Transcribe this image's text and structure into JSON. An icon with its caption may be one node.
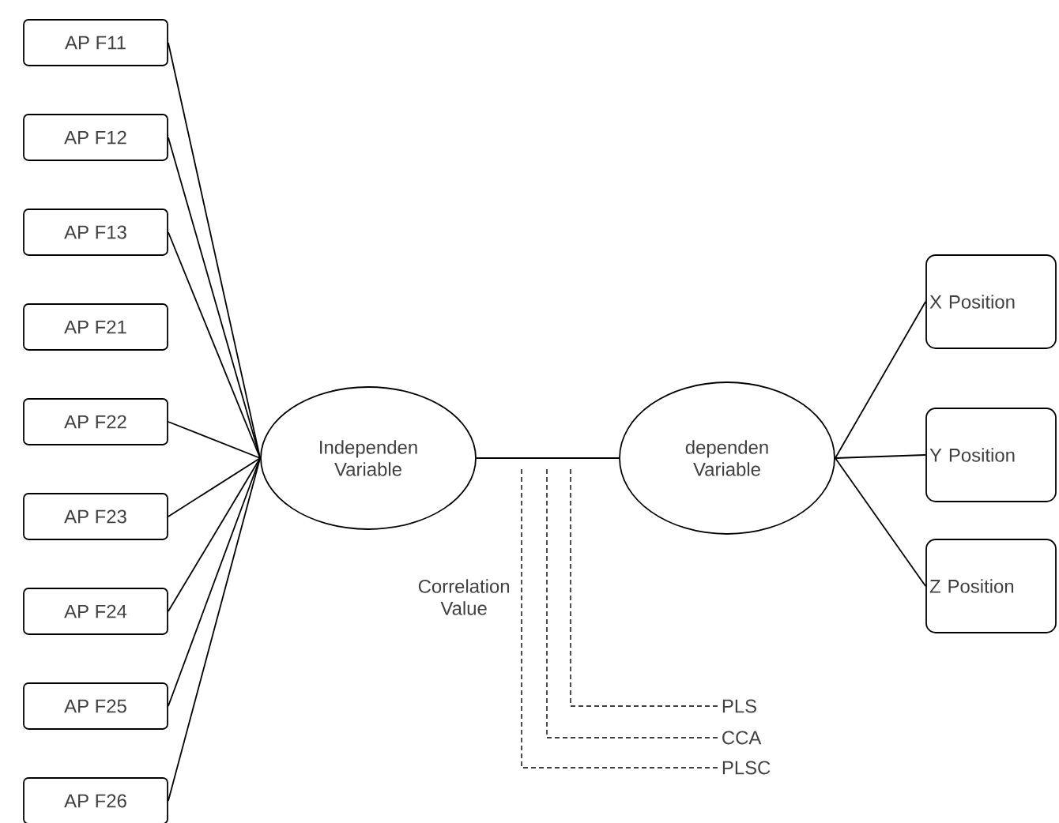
{
  "diagram": {
    "nodes": [
      {
        "text": [
          "AP F11"
        ]
      },
      {
        "text": [
          "AP F12"
        ]
      },
      {
        "text": [
          "AP F13"
        ]
      },
      {
        "text": [
          "AP F21"
        ]
      },
      {
        "text": [
          "AP F22"
        ]
      },
      {
        "text": [
          "AP F23"
        ]
      },
      {
        "text": [
          "AP F24"
        ]
      },
      {
        "text": [
          "AP F25"
        ]
      },
      {
        "text": [
          "AP F26"
        ]
      },
      {
        "text": [
          "Independen Variable"
        ]
      },
      {
        "text": [
          "dependen Variable"
        ]
      },
      {
        "text": [
          "X Position"
        ]
      },
      {
        "text": [
          "Y Position"
        ]
      },
      {
        "text": [
          "Z Position"
        ]
      },
      {
        "text": [
          "PLS"
        ]
      },
      {
        "text": [
          "CCA"
        ]
      },
      {
        "text": [
          "PLSC"
        ]
      }
    ],
    "edges": [
      {
        "from": 0,
        "to": 9,
        "arrow": "none"
      },
      {
        "from": 1,
        "to": 9,
        "arrow": "none"
      },
      {
        "from": 2,
        "to": 9,
        "arrow": "none"
      },
      {
        "from": 4,
        "to": 9,
        "arrow": "none"
      },
      {
        "from": 5,
        "to": 9,
        "arrow": "none"
      },
      {
        "from": 6,
        "to": 9,
        "arrow": "none"
      },
      {
        "from": 7,
        "to": 9,
        "arrow": "none"
      },
      {
        "from": 8,
        "to": 9,
        "arrow": "none"
      },
      {
        "from": 9,
        "to": 10,
        "arrow": "none"
      },
      {
        "from": 10,
        "to": 11,
        "arrow": "none"
      },
      {
        "from": 10,
        "to": 12,
        "arrow": "none"
      },
      {
        "from": 10,
        "to": 13,
        "arrow": "none"
      },
      {
        "from": null,
        "to": 14,
        "arrow": "none",
        "style": "dashed"
      },
      {
        "from": null,
        "to": 15,
        "arrow": "none",
        "style": "dashed"
      },
      {
        "from": null,
        "to": 16,
        "arrow": "none",
        "style": "dashed"
      }
    ],
    "labels": [
      "Correlation Value"
    ]
  }
}
